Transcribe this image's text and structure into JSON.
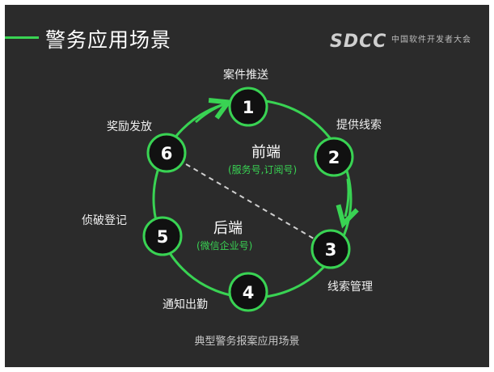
{
  "header": {
    "title": "警务应用场景",
    "logo": "SDCC",
    "logo_subtitle": "中国软件开发者大会"
  },
  "cycle": {
    "nodes": [
      {
        "number": "1",
        "label": "案件推送"
      },
      {
        "number": "2",
        "label": "提供线索"
      },
      {
        "number": "3",
        "label": "线索管理"
      },
      {
        "number": "4",
        "label": "通知出勤"
      },
      {
        "number": "5",
        "label": "侦破登记"
      },
      {
        "number": "6",
        "label": "奖励发放"
      }
    ],
    "front": {
      "title": "前端",
      "subtitle": "(服务号,订阅号)"
    },
    "back": {
      "title": "后端",
      "subtitle": "(微信企业号)"
    }
  },
  "caption": "典型警务报案应用场景",
  "colors": {
    "background": "#2b2b2b",
    "accent_green": "#39d353",
    "node_fill": "#111111",
    "text": "#ffffff"
  }
}
